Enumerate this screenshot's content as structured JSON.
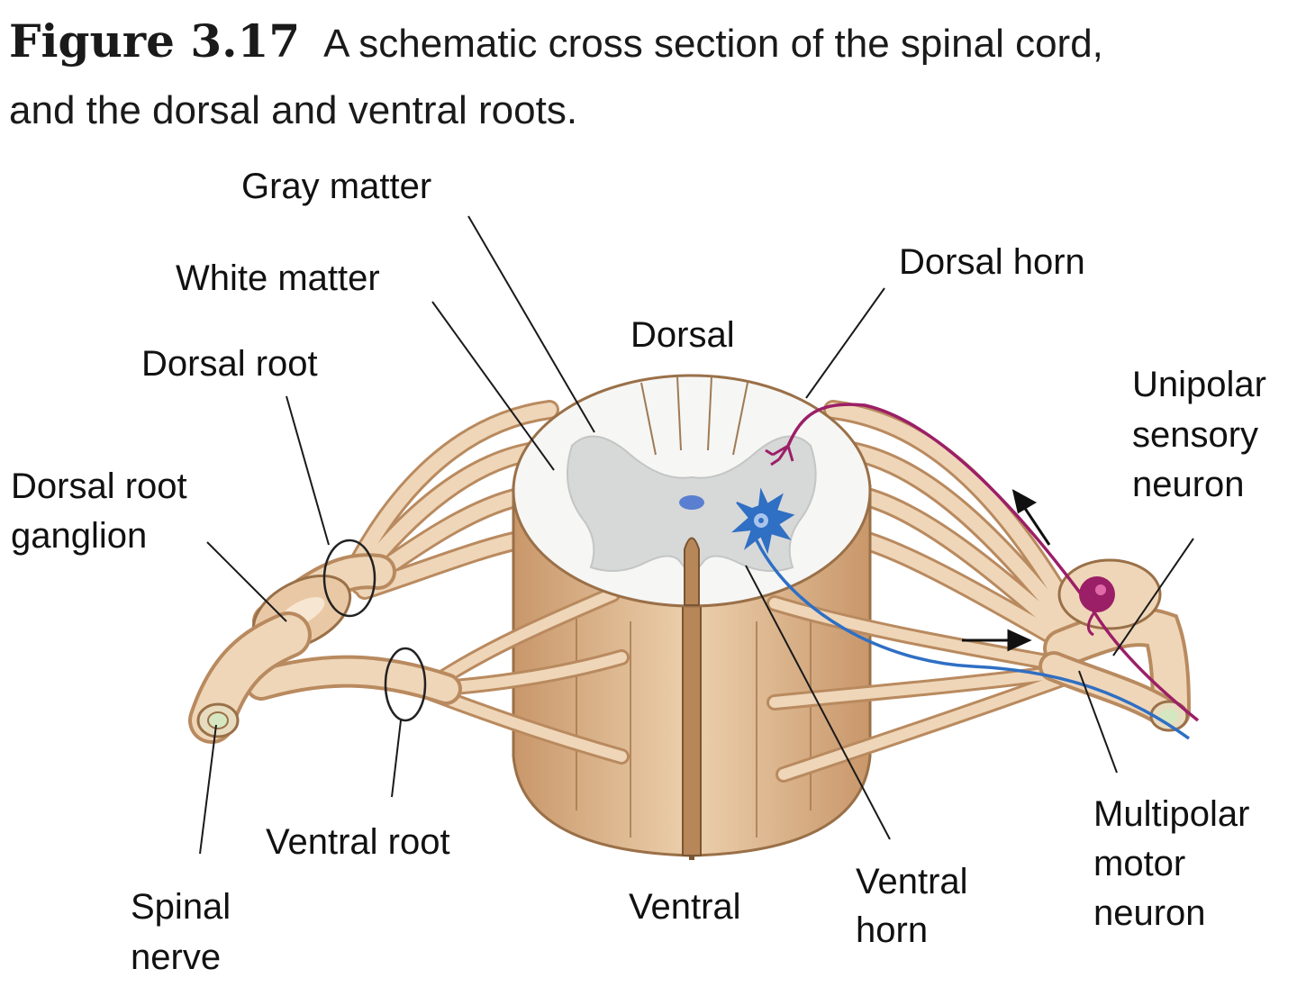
{
  "caption": {
    "number": "Figure 3.17",
    "text_line1": "A schematic cross section of the spinal cord,",
    "text_line2": "and the dorsal and ventral roots."
  },
  "labels": {
    "gray_matter": "Gray matter",
    "white_matter": "White matter",
    "dorsal_root": "Dorsal root",
    "dorsal_root_ganglion": [
      "Dorsal root",
      "ganglion"
    ],
    "spinal_nerve": [
      "Spinal",
      "nerve"
    ],
    "ventral_root": "Ventral root",
    "dorsal": "Dorsal",
    "ventral": "Ventral",
    "dorsal_horn": "Dorsal horn",
    "ventral_horn": [
      "Ventral",
      "horn"
    ],
    "unipolar_sensory_neuron": [
      "Unipolar",
      "sensory",
      "neuron"
    ],
    "multipolar_motor_neuron": [
      "Multipolar",
      "motor",
      "neuron"
    ]
  },
  "colors": {
    "tissue": "#e8c7a2",
    "tissue_dark": "#c99a6e",
    "tissue_outline": "#9a7048",
    "white_matter": "#f6f6f4",
    "gray_matter": "#d7d8d8",
    "sensory_neuron": "#9b1f67",
    "motor_neuron": "#2f6fc4",
    "canal": "#5a7fd0"
  }
}
